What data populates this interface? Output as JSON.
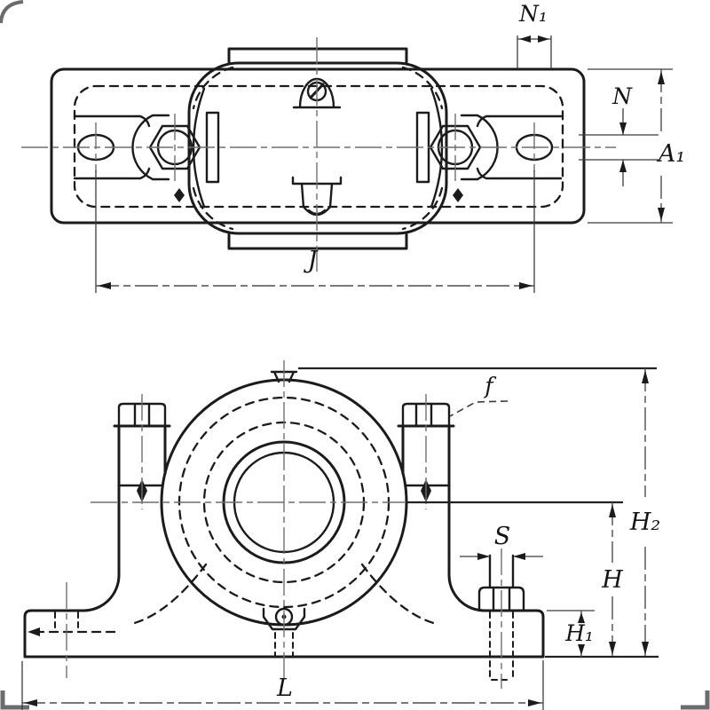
{
  "labels": {
    "top_view": {
      "n1": "N₁",
      "n": "N",
      "a1": "A₁",
      "j": "J"
    },
    "front_view": {
      "f": "f",
      "s": "S",
      "h2": "H₂",
      "h": "H",
      "h1": "H₁",
      "l": "L"
    }
  },
  "colors": {
    "line": "#1b1b1b",
    "thin_line": "#6f6f6f",
    "background": "#ffffff"
  }
}
